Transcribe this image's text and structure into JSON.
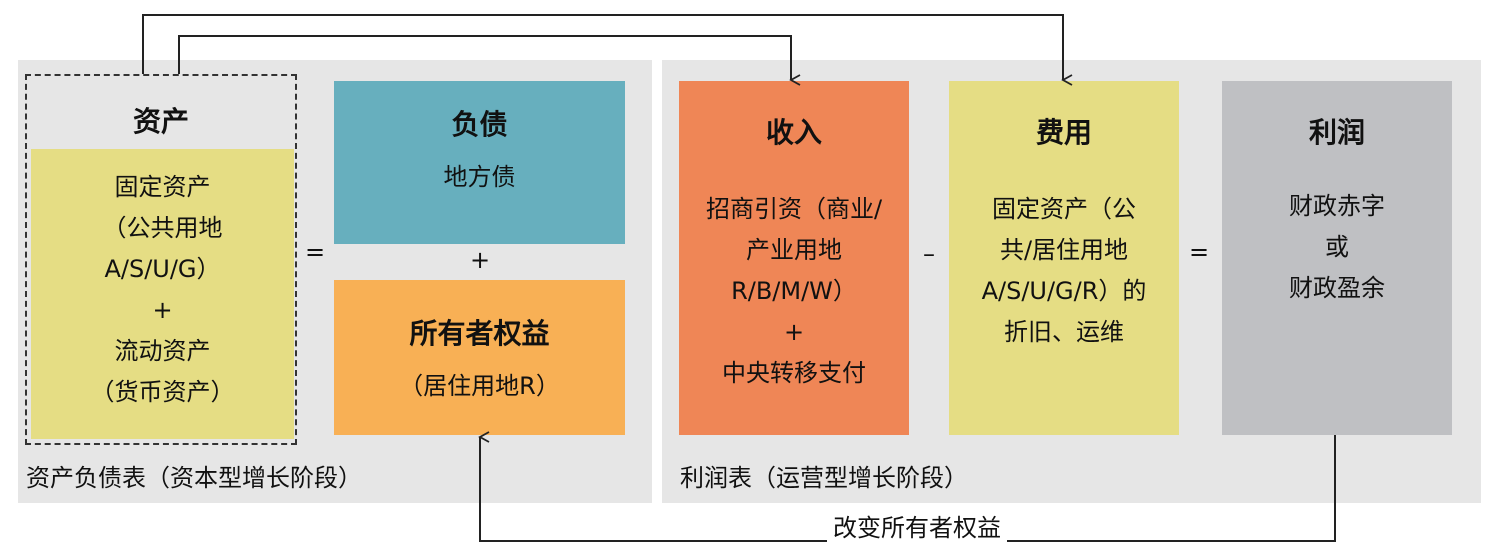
{
  "balance_sheet": {
    "caption": "资产负债表（资本型增长阶段）",
    "assets": {
      "title": "资产",
      "lines": [
        "固定资产",
        "（公共用地",
        "A/S/U/G）",
        "+",
        "流动资产",
        "（货币资产）"
      ]
    },
    "equals": "=",
    "liabilities": {
      "title": "负债",
      "lines": [
        "地方债"
      ]
    },
    "plus": "+",
    "equity": {
      "title": "所有者权益",
      "lines": [
        "（居住用地R）"
      ]
    }
  },
  "income_statement": {
    "caption": "利润表（运营型增长阶段）",
    "revenue": {
      "title": "收入",
      "lines": [
        "招商引资（商业/",
        "产业用地",
        "R/B/M/W）",
        "+",
        "中央转移支付"
      ]
    },
    "minus": "–",
    "expense": {
      "title": "费用",
      "lines": [
        "固定资产（公",
        "共/居住用地",
        "A/S/U/G/R）的",
        "折旧、运维"
      ]
    },
    "equals": "=",
    "profit": {
      "title": "利润",
      "lines": [
        "财政赤字",
        "或",
        "财政盈余"
      ]
    }
  },
  "bottom_arrow_label": "改变所有者权益",
  "colors": {
    "panel_bg": "#e6e6e6",
    "assets_fill": "#e5dd84",
    "liabilities_fill": "#67afbe",
    "equity_fill": "#f8b055",
    "revenue_fill": "#ef8656",
    "expense_fill": "#e5dd84",
    "profit_fill": "#bfc0c3",
    "line": "#222222"
  }
}
